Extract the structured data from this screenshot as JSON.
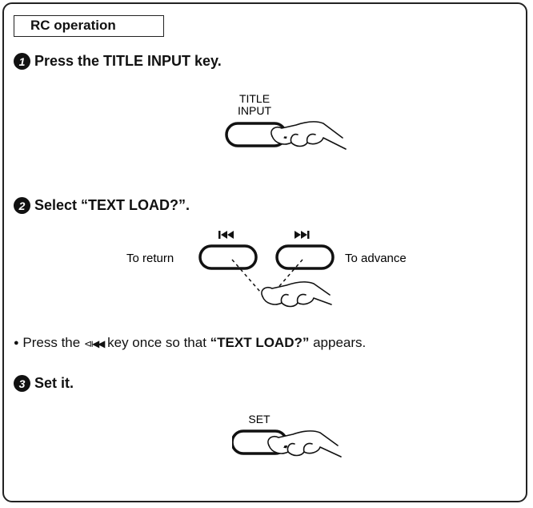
{
  "section_tab": "RC operation",
  "steps": [
    {
      "number": "1",
      "text": "Press the TITLE INPUT key."
    },
    {
      "number": "2",
      "text": "Select “TEXT LOAD?”."
    },
    {
      "number": "3",
      "text": "Set it."
    }
  ],
  "figure1": {
    "key_label_line1": "TITLE",
    "key_label_line2": "INPUT"
  },
  "figure2": {
    "left_label": "To return",
    "right_label": "To advance",
    "left_key_icon": "skip-back-icon",
    "right_key_icon": "skip-forward-icon"
  },
  "note": {
    "bullet": "●",
    "prefix": "Press the ",
    "key_glyph": "⧏◀◀",
    "middle": " key once so that ",
    "emphasis": "“TEXT LOAD?”",
    "suffix": " appears."
  },
  "figure3": {
    "key_label": "SET"
  }
}
